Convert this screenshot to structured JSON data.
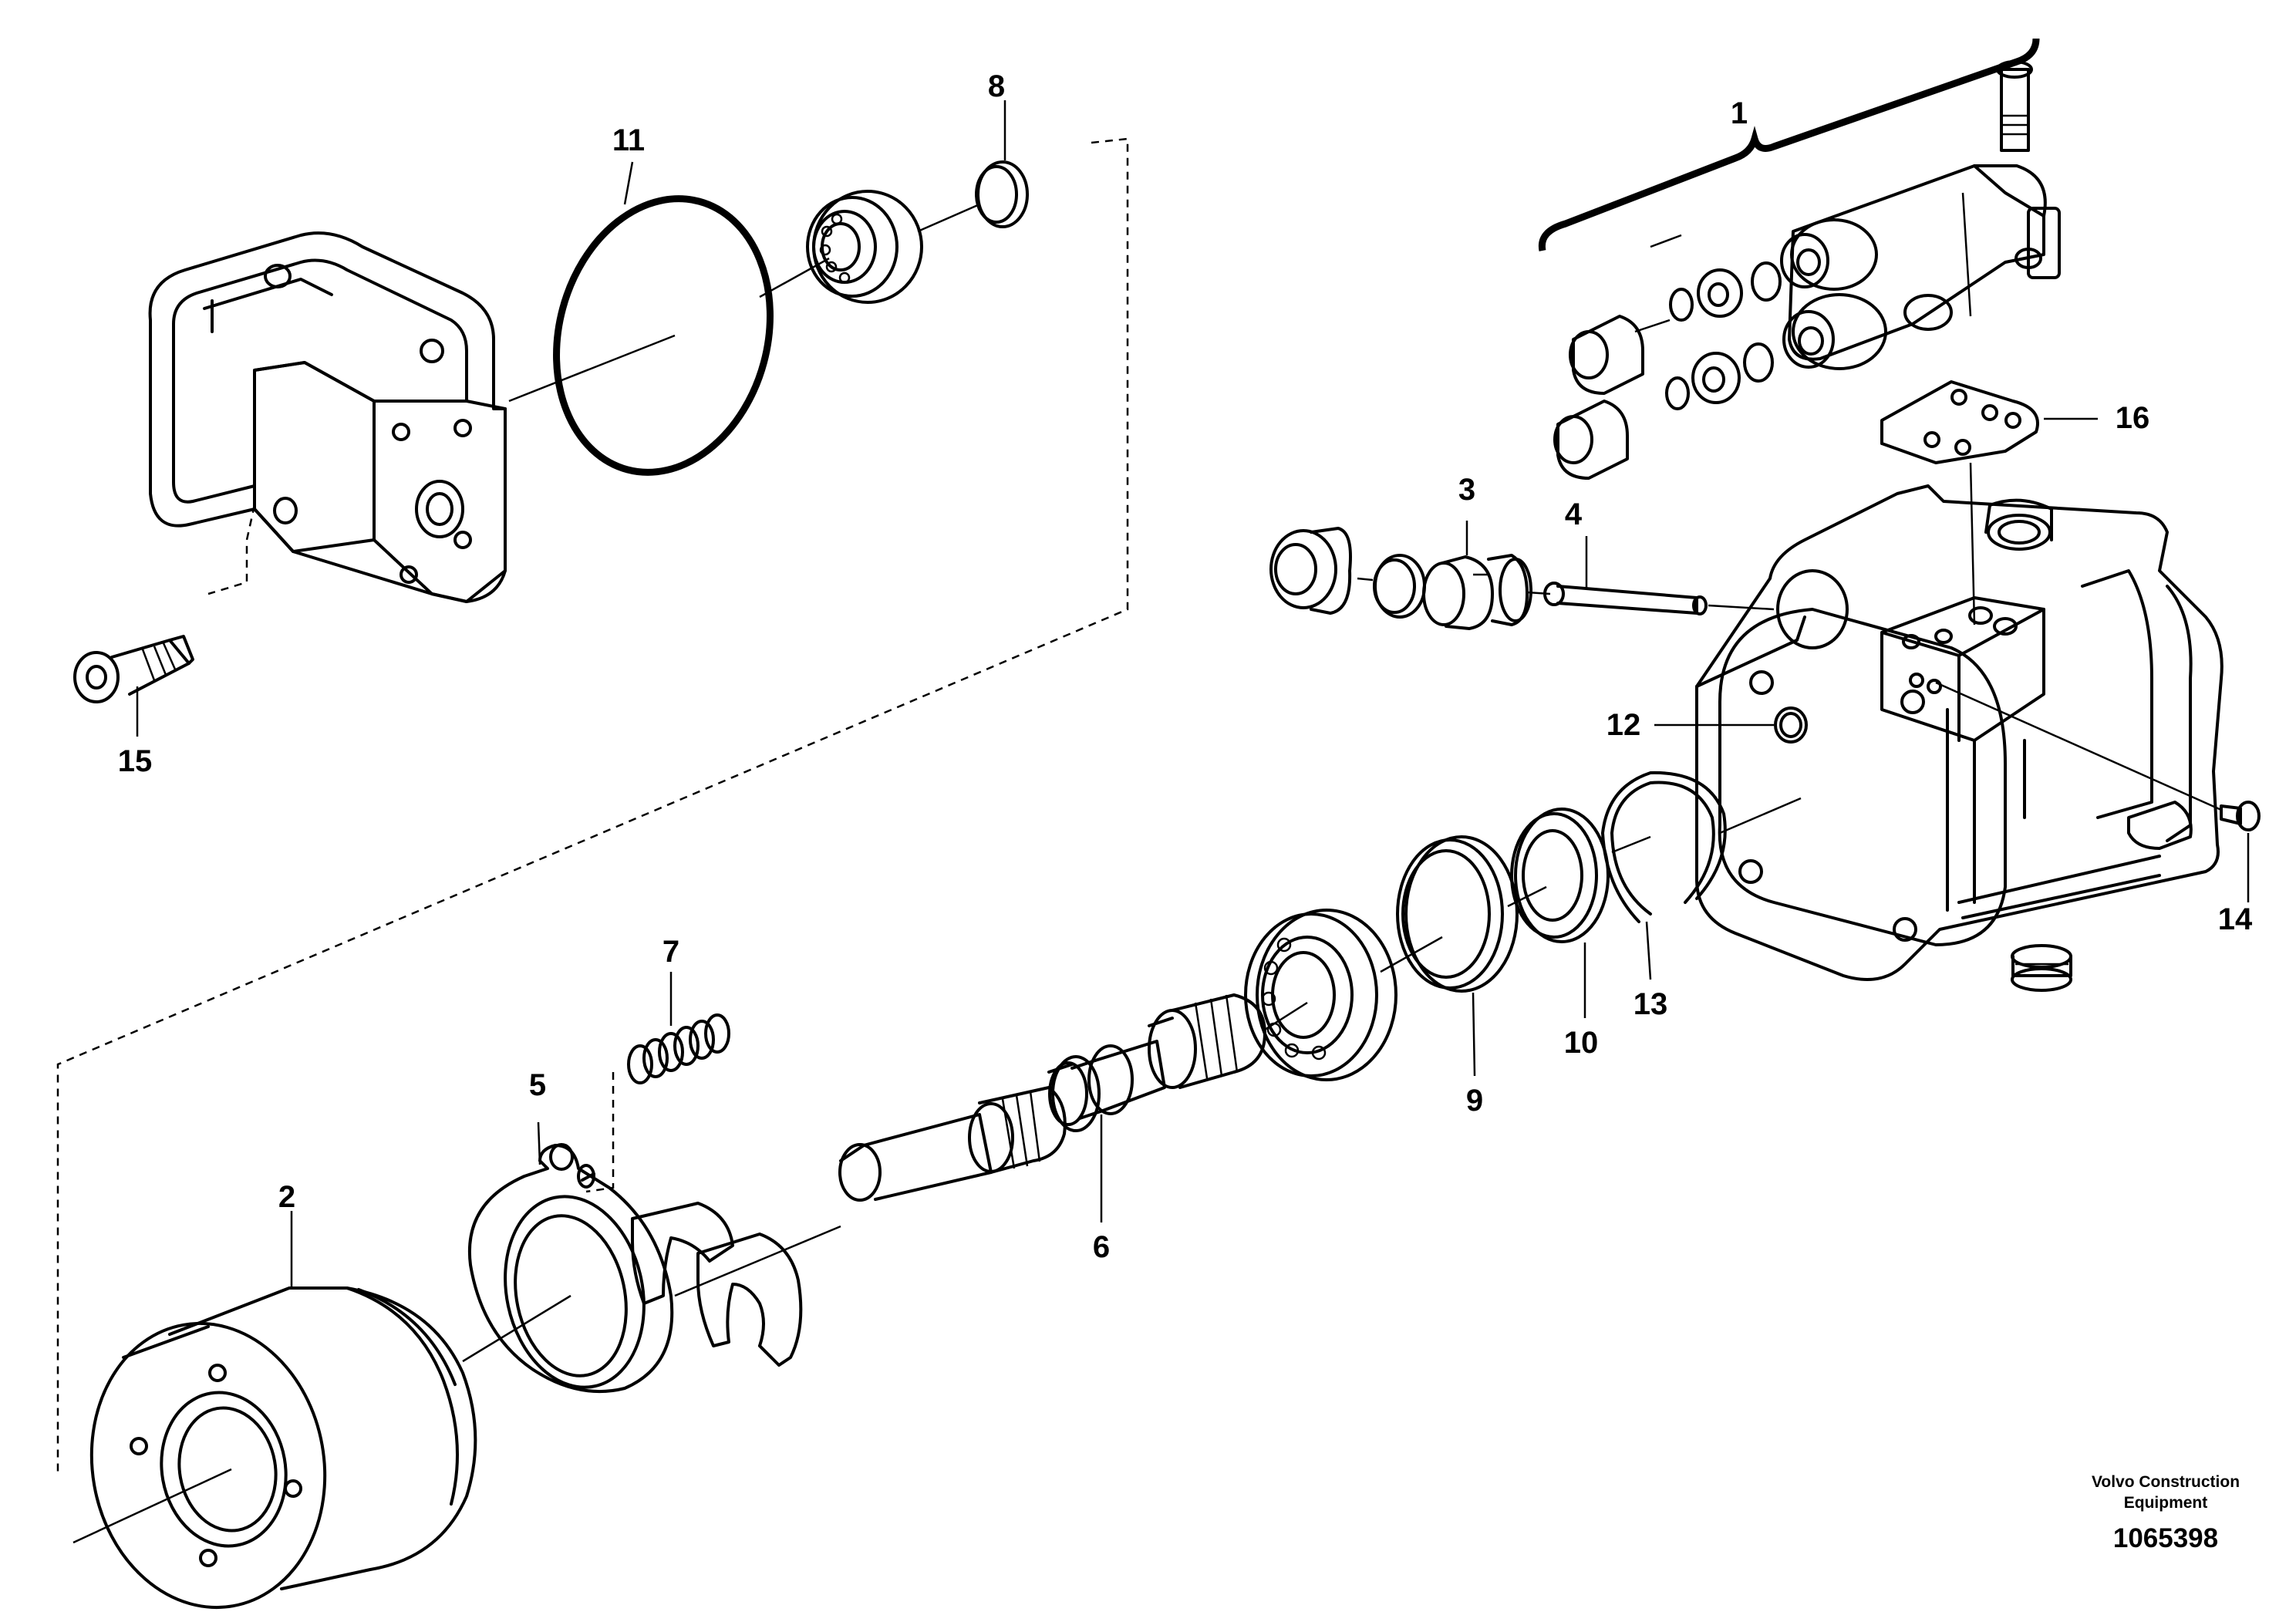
{
  "callouts": {
    "c1": "1",
    "c2": "2",
    "c3": "3",
    "c4": "4",
    "c5": "5",
    "c6": "6",
    "c7": "7",
    "c8": "8",
    "c9": "9",
    "c10": "10",
    "c11": "11",
    "c12": "12",
    "c13": "13",
    "c14": "14",
    "c15": "15",
    "c16": "16"
  },
  "footer": {
    "credit_line1": "Volvo Construction",
    "credit_line2": "Equipment",
    "drawing_number": "1065398"
  }
}
